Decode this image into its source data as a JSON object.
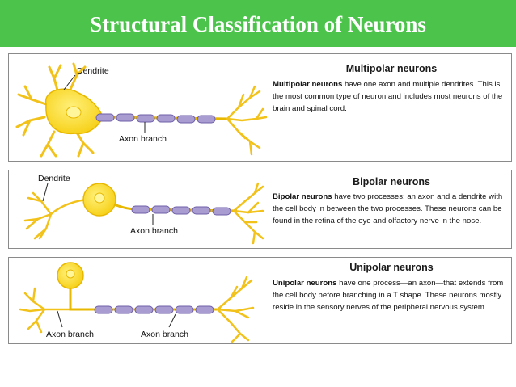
{
  "slide": {
    "title": "Structural Classification of Neurons"
  },
  "colors": {
    "header": "#4cc44c",
    "soma": "#f7d21c",
    "soma_light": "#fff07a",
    "myelin": "#a89cd0",
    "axon": "#e8b800"
  },
  "panels": [
    {
      "heading": "Multipolar neurons",
      "term": "Multipolar neurons",
      "description": " have one axon and multiple dendrites. This is the most common type of neuron and includes most neurons of the brain and spinal cord.",
      "labels": {
        "dendrite": "Dendrite",
        "axon_branch": "Axon branch"
      }
    },
    {
      "heading": "Bipolar neurons",
      "term": "Bipolar neurons",
      "description": " have two processes: an axon and a dendrite with the cell body in between the two processes. These neurons can be found in the retina of the eye and olfactory nerve in the nose.",
      "labels": {
        "dendrite": "Dendrite",
        "axon_branch": "Axon branch"
      }
    },
    {
      "heading": "Unipolar neurons",
      "term": "Unipolar neurons",
      "description": " have one process—an axon—that extends from the cell body before branching in a T shape. These neurons mostly reside in the sensory nerves of the peripheral nervous system.",
      "labels": {
        "axon_branch_left": "Axon branch",
        "axon_branch_right": "Axon branch"
      }
    }
  ]
}
